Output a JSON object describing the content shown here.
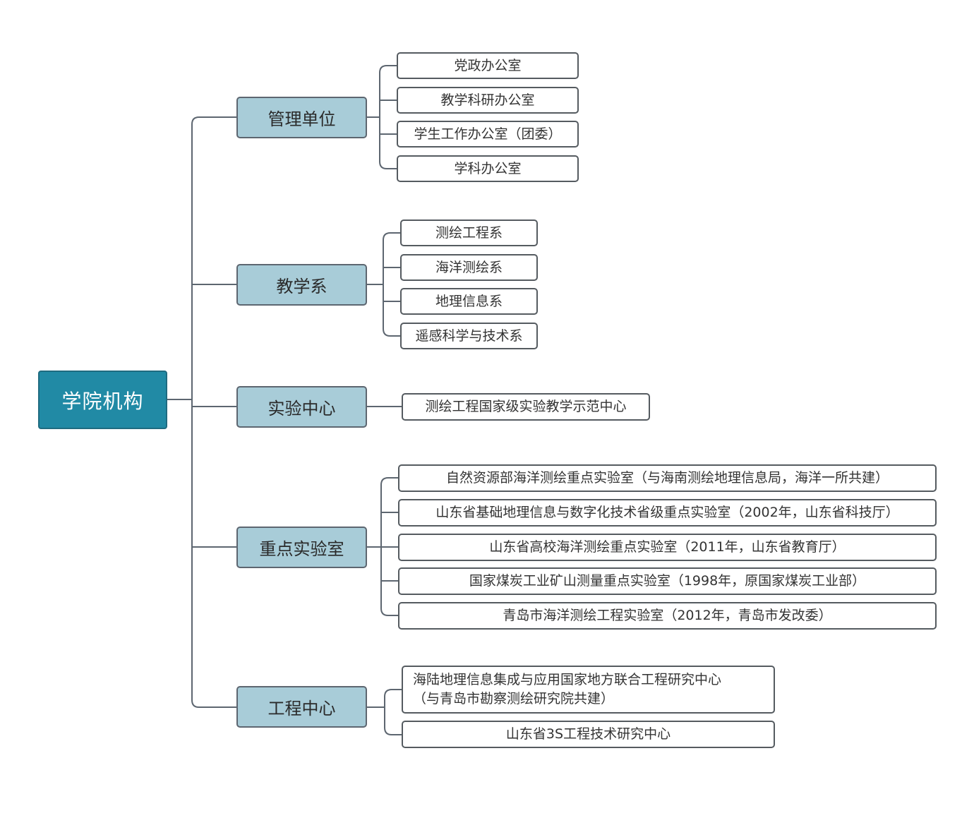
{
  "root": {
    "label": "学院机构"
  },
  "categories": [
    {
      "label": "管理单位",
      "items": [
        {
          "label": "党政办公室"
        },
        {
          "label": "教学科研办公室"
        },
        {
          "label": "学生工作办公室（团委）"
        },
        {
          "label": "学科办公室"
        }
      ]
    },
    {
      "label": "教学系",
      "items": [
        {
          "label": "测绘工程系"
        },
        {
          "label": "海洋测绘系"
        },
        {
          "label": "地理信息系"
        },
        {
          "label": "遥感科学与技术系"
        }
      ]
    },
    {
      "label": "实验中心",
      "items": [
        {
          "label": "测绘工程国家级实验教学示范中心"
        }
      ]
    },
    {
      "label": "重点实验室",
      "items": [
        {
          "label": "自然资源部海洋测绘重点实验室（与海南测绘地理信息局，海洋一所共建）"
        },
        {
          "label": "山东省基础地理信息与数字化技术省级重点实验室（2002年，山东省科技厅）"
        },
        {
          "label": "山东省高校海洋测绘重点实验室（2011年，山东省教育厅）"
        },
        {
          "label": "国家煤炭工业矿山测量重点实验室（1998年，原国家煤炭工业部）"
        },
        {
          "label": "青岛市海洋测绘工程实验室（2012年，青岛市发改委）"
        }
      ]
    },
    {
      "label": "工程中心",
      "items": [
        {
          "line1": "海陆地理信息集成与应用国家地方联合工程研究中心",
          "line2": "（与青岛市勘察测绘研究院共建）"
        },
        {
          "label": "山东省3S工程技术研究中心"
        }
      ]
    }
  ],
  "colors": {
    "root_fill": "#218aa5",
    "category_fill": "#a8ccd8",
    "leaf_fill": "#ffffff",
    "line": "#5d6670"
  }
}
